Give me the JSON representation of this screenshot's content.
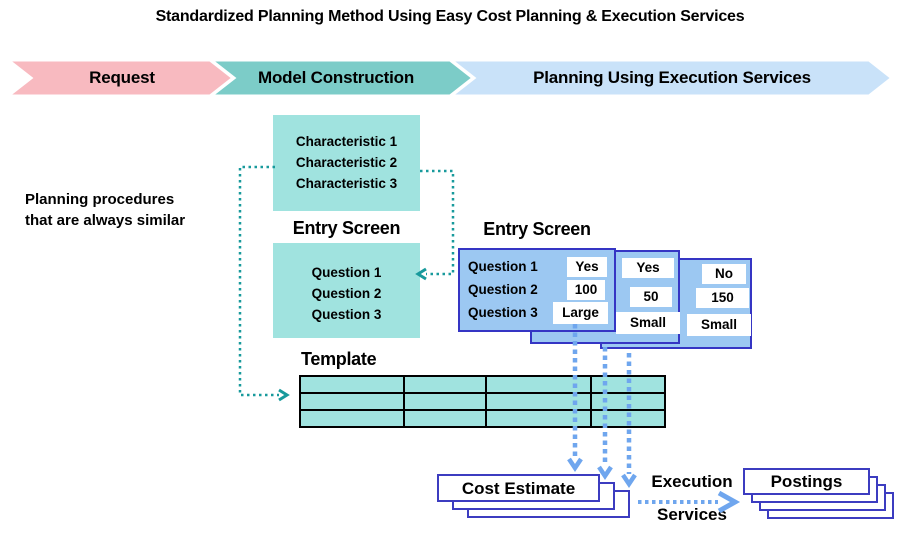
{
  "title": "Standardized Planning Method Using Easy Cost Planning & Execution Services",
  "stages": [
    {
      "label": "Request",
      "color": "#F8BAC0"
    },
    {
      "label": "Model Construction",
      "color": "#7CCCC8"
    },
    {
      "label": "Planning Using Execution Services",
      "color": "#C9E2F9"
    }
  ],
  "note": {
    "line1": "Planning procedures",
    "line2": "that are always similar"
  },
  "characteristics": {
    "items": [
      "Characteristic 1",
      "Characteristic 2",
      "Characteristic 3"
    ]
  },
  "entry_screen_left": {
    "heading": "Entry Screen",
    "questions": [
      "Question 1",
      "Question 2",
      "Question 3"
    ]
  },
  "entry_screen_right": {
    "heading": "Entry Screen",
    "front_card": {
      "questions": [
        "Question 1",
        "Question 2",
        "Question 3"
      ],
      "answers": [
        "Yes",
        "100",
        "Large"
      ]
    },
    "middle_card": {
      "answers": [
        "Yes",
        "50",
        "Small"
      ]
    },
    "back_card": {
      "answers": [
        "No",
        "150",
        "Small"
      ]
    }
  },
  "template": {
    "heading": "Template",
    "rows": 3,
    "columns": 4
  },
  "cost_estimate": {
    "label": "Cost Estimate",
    "stack_count": 3
  },
  "execution_services": {
    "line1": "Execution",
    "line2": "Services"
  },
  "postings": {
    "label": "Postings",
    "stack_count": 4
  },
  "colors": {
    "aqua_box": "#A0E3DF",
    "stage_pink": "#F8BAC0",
    "stage_teal": "#7CCCC8",
    "stage_blue": "#C9E2F9",
    "entry_card_fill": "#9CC8F2",
    "entry_card_border": "#3535C4",
    "white_card_border": "#3C3CC0",
    "dotted_connector_teal": "#189A9C",
    "dashed_arrow_blue": "#6FA6EE"
  }
}
